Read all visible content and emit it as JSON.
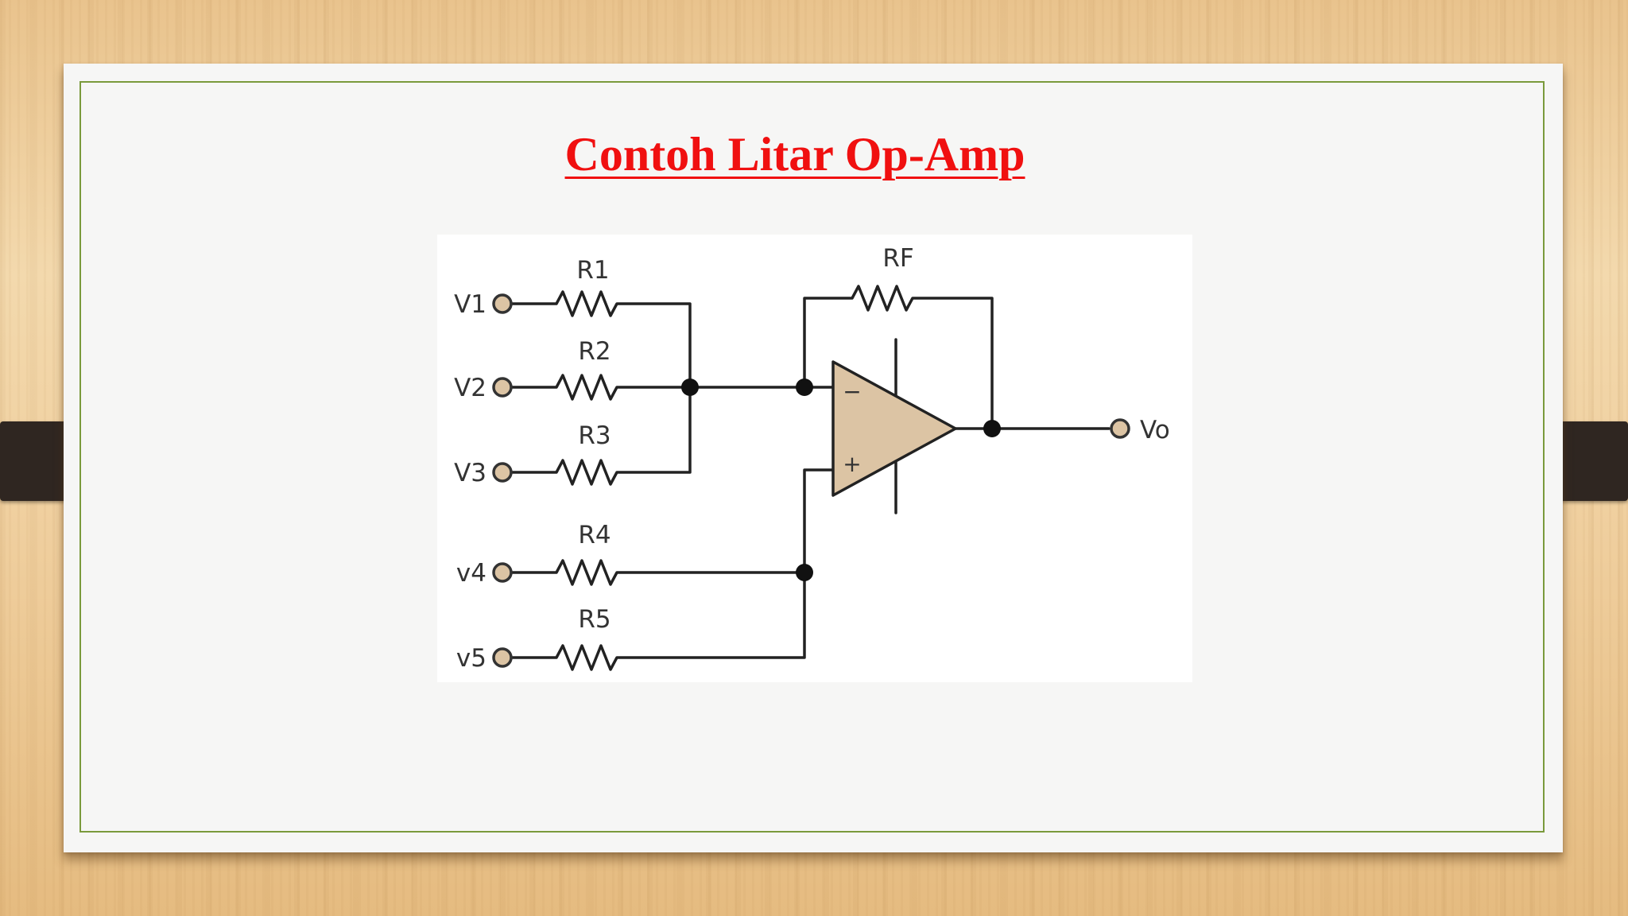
{
  "slide": {
    "title": "Contoh Litar Op-Amp"
  },
  "diagram": {
    "inputs": [
      {
        "label": "V1",
        "resistor": "R1"
      },
      {
        "label": "V2",
        "resistor": "R2"
      },
      {
        "label": "V3",
        "resistor": "R3"
      },
      {
        "label": "v4",
        "resistor": "R4"
      },
      {
        "label": "v5",
        "resistor": "R5"
      }
    ],
    "feedback_resistor": "RF",
    "output": "Vo",
    "opamp": {
      "inverting_symbol": "−",
      "noninverting_symbol": "+"
    },
    "colors": {
      "wire": "#222222",
      "opamp_fill": "#dcc4a4",
      "terminal_fill": "#dcc4a4",
      "title": "#f01010",
      "border": "#7a9a3c"
    }
  }
}
